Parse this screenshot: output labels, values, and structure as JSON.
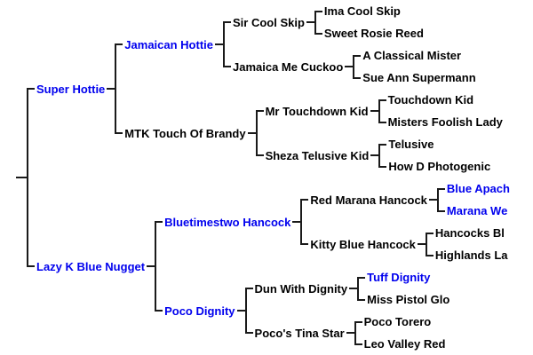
{
  "colors": {
    "link_blue": "#0000EE",
    "text_black": "#000000",
    "connector_line": "#1a1a1a",
    "background": "#ffffff"
  },
  "pedigree": {
    "children": [
      {
        "name": "Super Hottie",
        "link": true,
        "children": [
          {
            "name": "Jamaican Hottie",
            "link": true,
            "children": [
              {
                "name": "Sir Cool Skip",
                "link": false,
                "children": [
                  {
                    "name": "Ima Cool Skip",
                    "link": false
                  },
                  {
                    "name": "Sweet Rosie Reed",
                    "link": false
                  }
                ]
              },
              {
                "name": "Jamaica Me Cuckoo",
                "link": false,
                "children": [
                  {
                    "name": "A Classical Mister",
                    "link": false
                  },
                  {
                    "name": "Sue Ann Supermann",
                    "link": false
                  }
                ]
              }
            ]
          },
          {
            "name": "MTK Touch Of Brandy",
            "link": false,
            "children": [
              {
                "name": "Mr Touchdown Kid",
                "link": false,
                "children": [
                  {
                    "name": "Touchdown Kid",
                    "link": false
                  },
                  {
                    "name": "Misters Foolish Lady",
                    "link": false
                  }
                ]
              },
              {
                "name": "Sheza Telusive Kid",
                "link": false,
                "children": [
                  {
                    "name": "Telusive",
                    "link": false
                  },
                  {
                    "name": "How D Photogenic",
                    "link": false
                  }
                ]
              }
            ]
          }
        ]
      },
      {
        "name": "Lazy K Blue Nugget",
        "link": true,
        "children": [
          {
            "name": "Bluetimestwo Hancock",
            "link": true,
            "children": [
              {
                "name": "Red Marana Hancock",
                "link": false,
                "children": [
                  {
                    "name": "Blue Apach",
                    "link": true,
                    "truncated": true
                  },
                  {
                    "name": "Marana We",
                    "link": true,
                    "truncated": true
                  }
                ]
              },
              {
                "name": "Kitty Blue Hancock",
                "link": false,
                "children": [
                  {
                    "name": "Hancocks Bl",
                    "link": false,
                    "truncated": true
                  },
                  {
                    "name": "Highlands La",
                    "link": false,
                    "truncated": true
                  }
                ]
              }
            ]
          },
          {
            "name": "Poco Dignity",
            "link": true,
            "children": [
              {
                "name": "Dun With Dignity",
                "link": false,
                "children": [
                  {
                    "name": "Tuff Dignity",
                    "link": true
                  },
                  {
                    "name": "Miss Pistol Glo",
                    "link": false
                  }
                ]
              },
              {
                "name": "Poco's Tina Star",
                "link": false,
                "children": [
                  {
                    "name": "Poco Torero",
                    "link": false
                  },
                  {
                    "name": "Leo Valley Red",
                    "link": false
                  }
                ]
              }
            ]
          }
        ]
      }
    ]
  }
}
